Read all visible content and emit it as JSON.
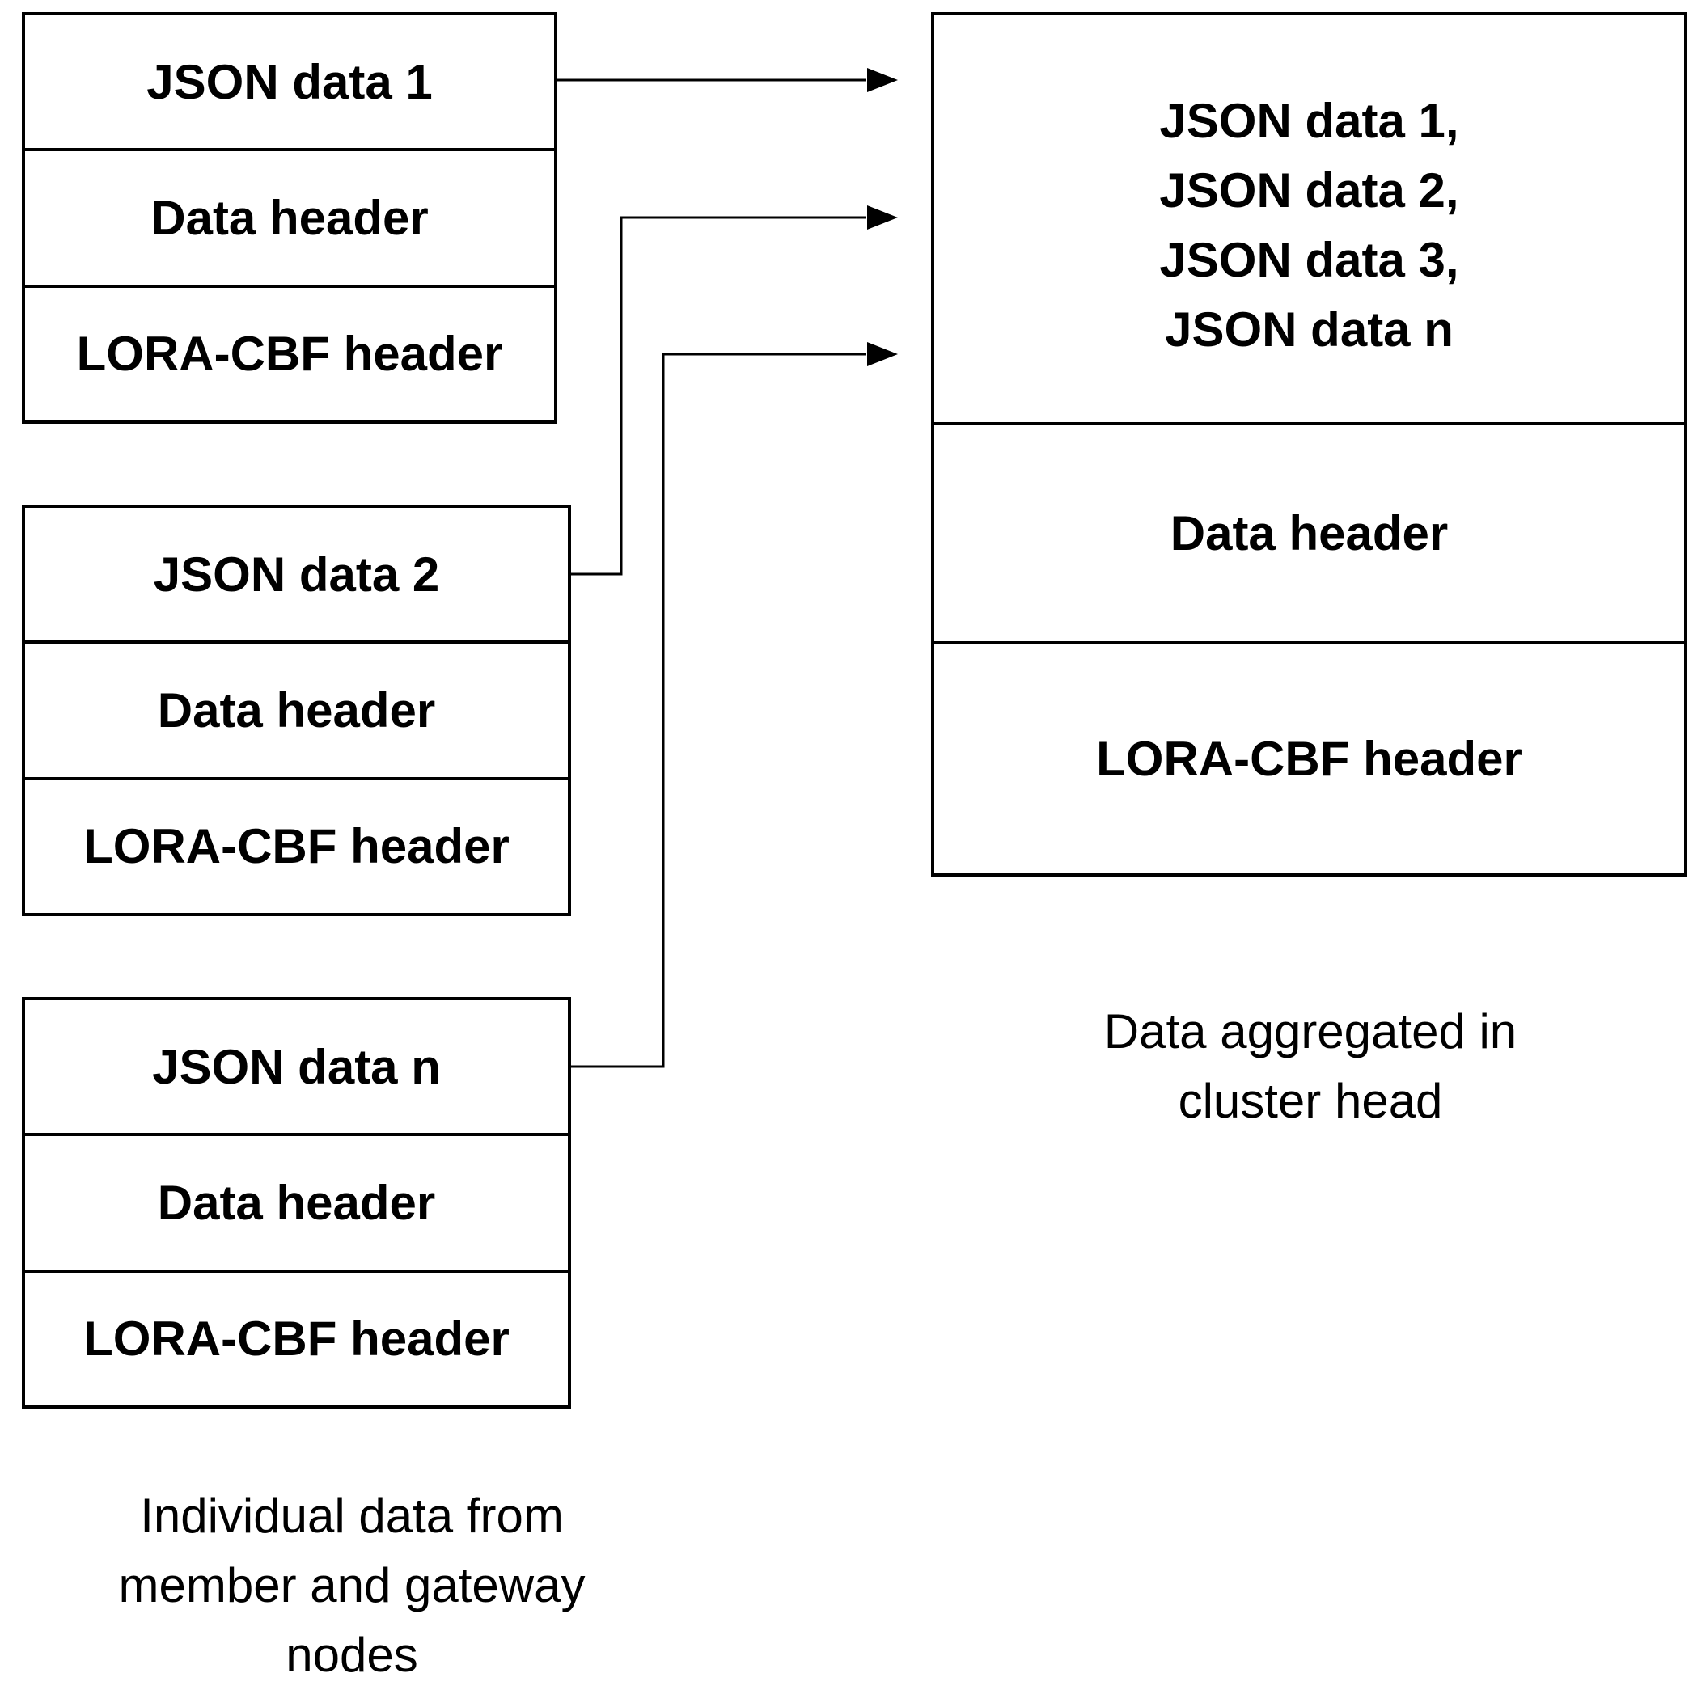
{
  "packets": [
    {
      "json": "JSON data 1",
      "data_header": "Data header",
      "lora_header": "LORA-CBF header"
    },
    {
      "json": "JSON data 2",
      "data_header": "Data header",
      "lora_header": "LORA-CBF header"
    },
    {
      "json": "JSON data n",
      "data_header": "Data header",
      "lora_header": "LORA-CBF header"
    }
  ],
  "aggregated": {
    "json_lines": [
      "JSON data 1,",
      "JSON data 2,",
      "JSON data 3,",
      "JSON data n"
    ],
    "data_header": "Data header",
    "lora_header": "LORA-CBF header"
  },
  "captions": {
    "left": [
      "Individual data from",
      "member and gateway",
      "nodes"
    ],
    "right": [
      "Data aggregated in",
      "cluster head"
    ]
  }
}
